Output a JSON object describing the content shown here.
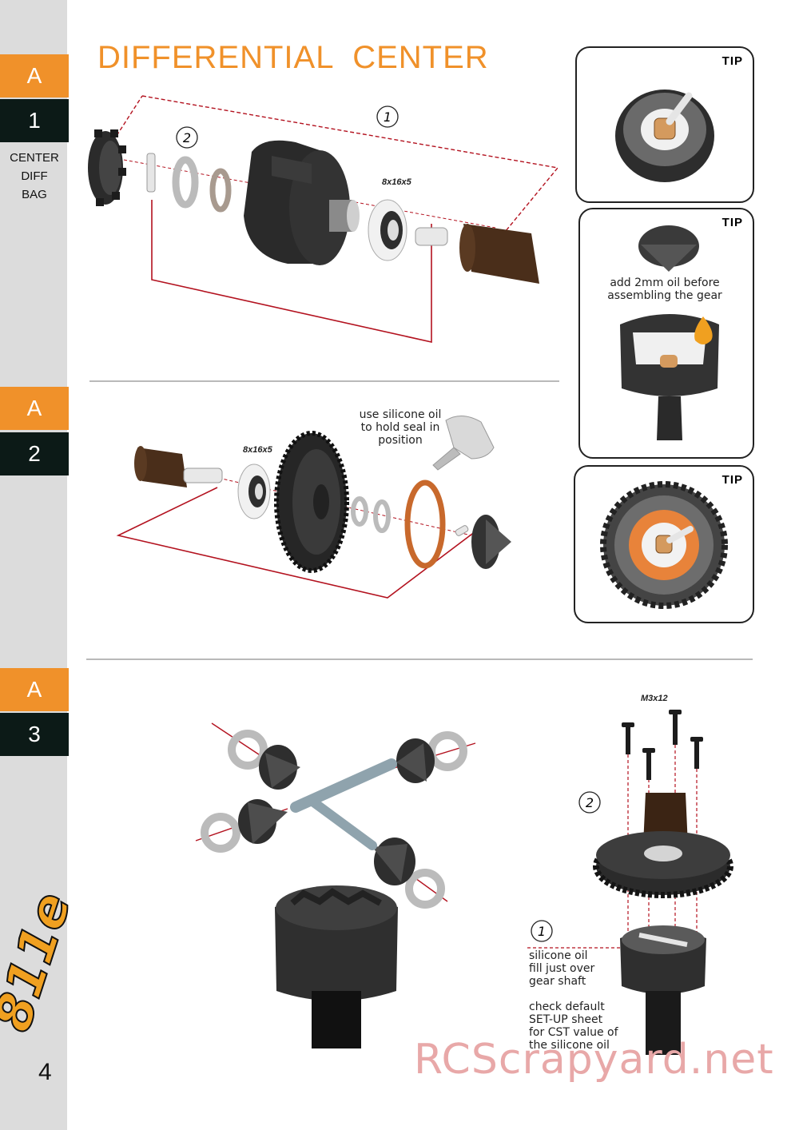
{
  "page": {
    "title": "DIFFERENTIAL  CENTER",
    "page_number": "4",
    "logo_text": "811e",
    "watermark": "RCScrapyard.net"
  },
  "sidebar": {
    "steps": [
      {
        "letter": "A",
        "number": "1"
      },
      {
        "letter": "A",
        "number": "2"
      },
      {
        "letter": "A",
        "number": "3"
      }
    ],
    "bag_label": [
      "CENTER",
      "DIFF",
      "BAG"
    ]
  },
  "step1": {
    "callouts": [
      "1",
      "2"
    ],
    "bearing": "8x16x5"
  },
  "step2": {
    "bearing": "8x16x5",
    "note": [
      "use silicone oil",
      "to hold seal in",
      "position"
    ]
  },
  "step3": {
    "screw": "M3x12",
    "callouts": [
      "2",
      "1"
    ],
    "note1": [
      "silicone oil",
      "fill just over",
      "gear shaft"
    ],
    "note2": [
      "check default",
      "SET-UP sheet",
      "for CST value of",
      "the silicone oil"
    ]
  },
  "tips": [
    {
      "label": "TIP",
      "note": []
    },
    {
      "label": "TIP",
      "note": [
        "add 2mm oil before",
        "assembling the gear"
      ]
    },
    {
      "label": "TIP",
      "note": []
    }
  ],
  "colors": {
    "accent": "#f0912a",
    "dark": "#0c1a17",
    "line": "#b3121f"
  }
}
